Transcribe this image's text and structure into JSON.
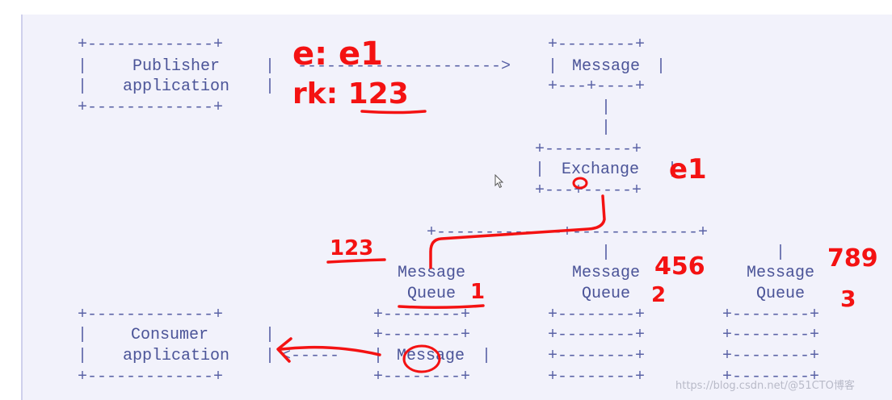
{
  "diagram": {
    "publisher": {
      "line1": "Publisher",
      "line2": "application"
    },
    "message_top": "Message",
    "exchange": "Exchange",
    "queues": [
      {
        "line1": "Message",
        "line2": "Queue"
      },
      {
        "line1": "Message",
        "line2": "Queue"
      },
      {
        "line1": "Message",
        "line2": "Queue"
      }
    ],
    "consumer": {
      "line1": "Consumer",
      "line2": "application"
    },
    "message_bottom": "Message"
  },
  "annotations": {
    "exchange_key": "e: e1",
    "routing_key": "rk: 123",
    "exchange_name": "e1",
    "queue1_binding": "123",
    "queue2_binding": "456",
    "queue3_binding": "789",
    "queue1_number": "1",
    "queue2_number": "2",
    "queue3_number": "3"
  },
  "watermark": "https://blog.csdn.net/@51CTO博客"
}
